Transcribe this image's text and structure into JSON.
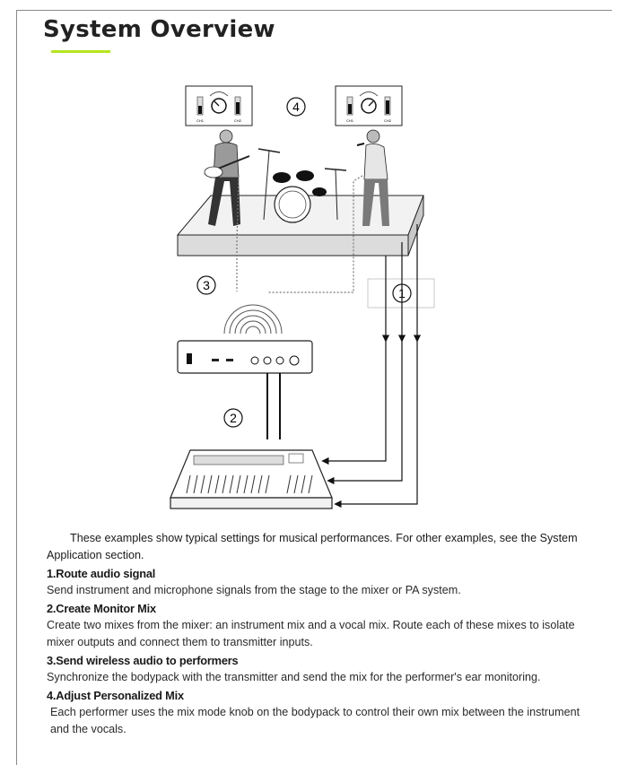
{
  "title": "System Overview",
  "diagram": {
    "markers": [
      "1",
      "2",
      "3",
      "4"
    ],
    "bodypack_labels": [
      "CH1",
      "CH2"
    ]
  },
  "intro": "These examples show typical settings for musical performances. For other examples, see the System Application section.",
  "steps": [
    {
      "title": "1.Route audio signal",
      "body": "Send instrument and microphone signals from the stage to the mixer or PA system."
    },
    {
      "title": "2.Create Monitor Mix",
      "body": "Create two mixes from the mixer: an instrument mix and a vocal mix. Route each of these mixes to isolate mixer outputs and connect them to transmitter inputs."
    },
    {
      "title": "3.Send wireless audio to performers",
      "body": "Synchronize the bodypack with the transmitter and send the mix for the performer's ear monitoring."
    },
    {
      "title": "4.Adjust Personalized Mix",
      "body": "Each performer uses the mix mode knob on the bodypack to control their own mix between the instrument and the vocals."
    }
  ]
}
